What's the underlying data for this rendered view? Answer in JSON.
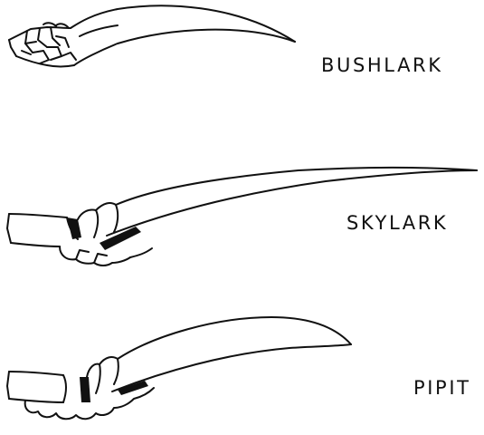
{
  "labels": {
    "bushlark": "BUSHLARK",
    "skylark": "SKYLARK",
    "pipit": "PIPIT"
  }
}
